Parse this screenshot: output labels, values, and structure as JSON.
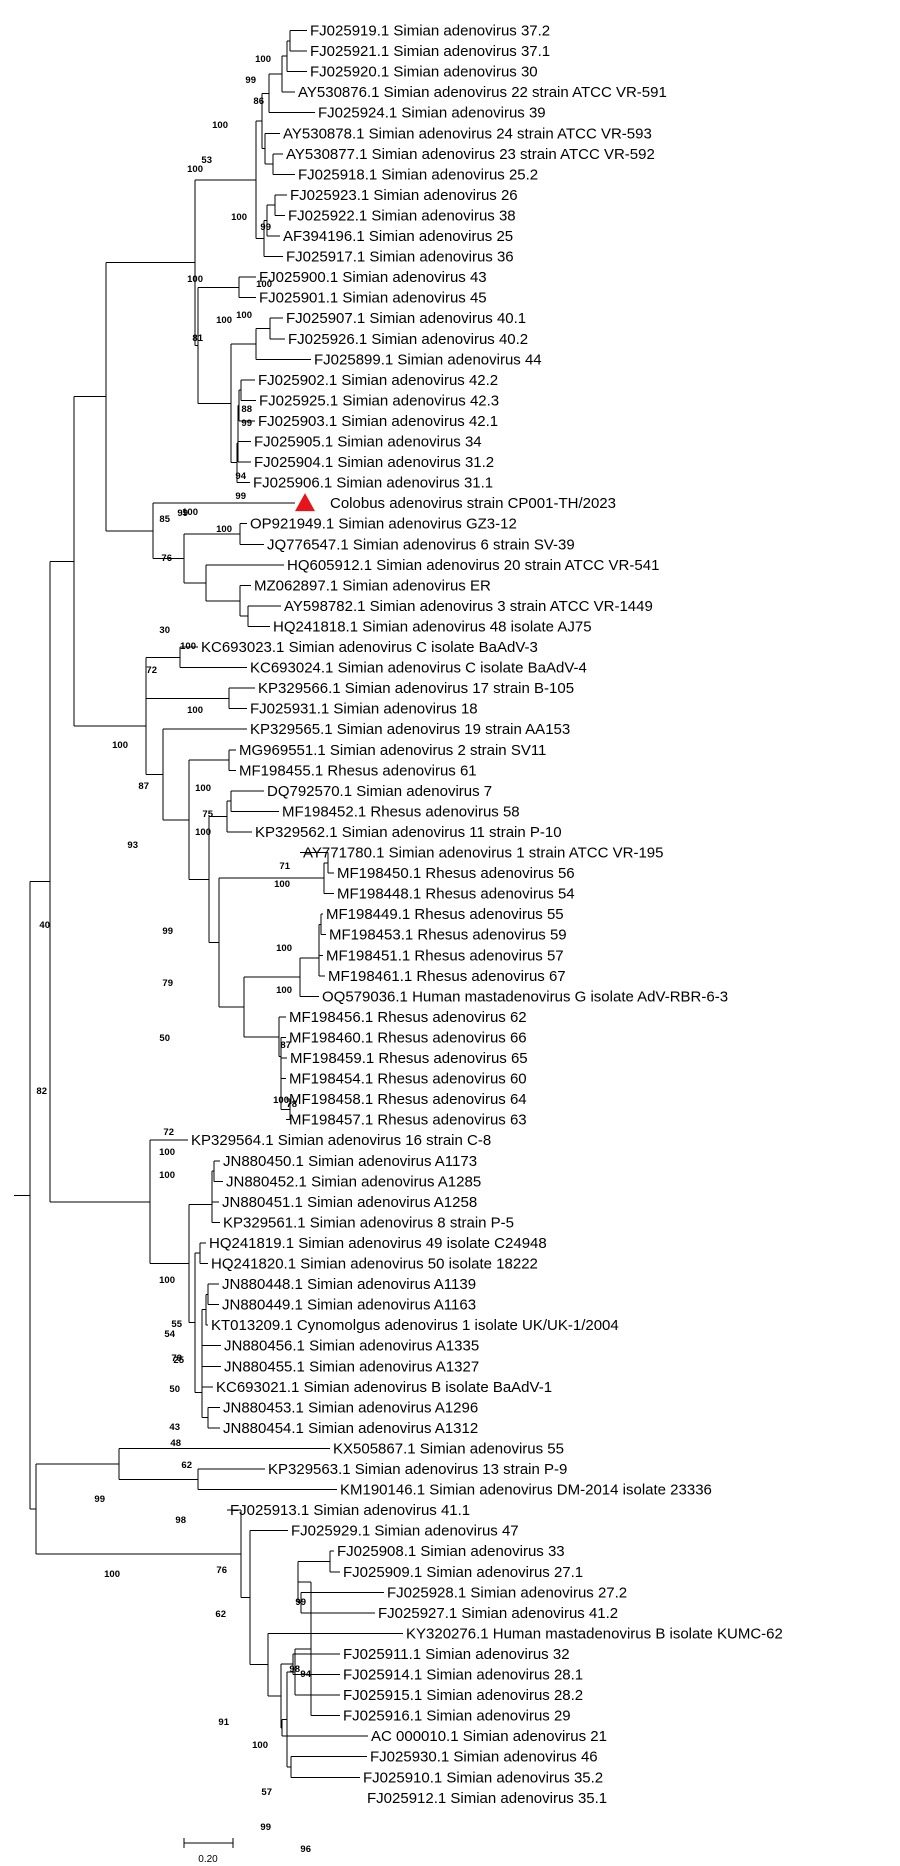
{
  "figure": {
    "highlight_color": "#e8141c",
    "scale_bar_label": "0.20"
  },
  "taxa": [
    "FJ025919.1 Simian adenovirus 37.2",
    "FJ025921.1 Simian adenovirus 37.1",
    "FJ025920.1 Simian adenovirus 30",
    "AY530876.1 Simian adenovirus 22 strain ATCC VR-591",
    "FJ025924.1 Simian adenovirus 39",
    "AY530878.1 Simian adenovirus 24 strain ATCC VR-593",
    "AY530877.1 Simian adenovirus 23 strain ATCC VR-592",
    "FJ025918.1 Simian adenovirus 25.2",
    "FJ025923.1 Simian adenovirus 26",
    "FJ025922.1 Simian adenovirus 38",
    "AF394196.1 Simian adenovirus 25",
    "FJ025917.1 Simian adenovirus 36",
    "FJ025900.1 Simian adenovirus 43",
    "FJ025901.1 Simian adenovirus 45",
    "FJ025907.1 Simian adenovirus 40.1",
    "FJ025926.1 Simian adenovirus 40.2",
    "FJ025899.1 Simian adenovirus 44",
    "FJ025902.1 Simian adenovirus 42.2",
    "FJ025925.1 Simian adenovirus 42.3",
    "FJ025903.1 Simian adenovirus 42.1",
    "FJ025905.1 Simian adenovirus 34",
    "FJ025904.1 Simian adenovirus 31.2",
    "FJ025906.1 Simian adenovirus 31.1",
    "Colobus adenovirus strain CP001-TH/2023",
    "OP921949.1 Simian adenovirus GZ3-12",
    "JQ776547.1 Simian adenovirus 6 strain SV-39",
    "HQ605912.1 Simian adenovirus 20 strain ATCC VR-541",
    "MZ062897.1 Simian adenovirus ER",
    "AY598782.1 Simian adenovirus 3 strain ATCC VR-1449",
    "HQ241818.1 Simian adenovirus 48 isolate AJ75",
    "KC693023.1 Simian adenovirus C isolate BaAdV-3",
    "KC693024.1 Simian adenovirus C isolate BaAdV-4",
    "KP329566.1 Simian adenovirus 17 strain B-105",
    "FJ025931.1 Simian adenovirus 18",
    "KP329565.1 Simian adenovirus 19 strain AA153",
    "MG969551.1 Simian adenovirus 2 strain SV11",
    "MF198455.1 Rhesus adenovirus 61",
    "DQ792570.1 Simian adenovirus 7",
    "MF198452.1 Rhesus adenovirus 58",
    "KP329562.1 Simian adenovirus 11 strain P-10",
    "AY771780.1 Simian adenovirus 1 strain ATCC VR-195",
    "MF198450.1 Rhesus adenovirus 56",
    "MF198448.1 Rhesus adenovirus 54",
    "MF198449.1 Rhesus adenovirus 55",
    "MF198453.1 Rhesus adenovirus 59",
    "MF198451.1 Rhesus adenovirus 57",
    "MF198461.1 Rhesus adenovirus 67",
    "OQ579036.1 Human mastadenovirus G isolate AdV-RBR-6-3",
    "MF198456.1 Rhesus adenovirus 62",
    "MF198460.1 Rhesus adenovirus 66",
    "MF198459.1 Rhesus adenovirus 65",
    "MF198454.1 Rhesus adenovirus 60",
    "MF198458.1 Rhesus adenovirus 64",
    "MF198457.1 Rhesus adenovirus 63",
    "KP329564.1 Simian adenovirus 16 strain C-8",
    "JN880450.1 Simian adenovirus A1173",
    "JN880452.1 Simian adenovirus A1285",
    "JN880451.1 Simian adenovirus A1258",
    "KP329561.1 Simian adenovirus 8 strain P-5",
    "HQ241819.1 Simian adenovirus 49 isolate C24948",
    "HQ241820.1 Simian adenovirus 50 isolate 18222",
    "JN880448.1 Simian adenovirus A1139",
    "JN880449.1 Simian adenovirus A1163",
    "KT013209.1 Cynomolgus adenovirus 1 isolate UK/UK-1/2004",
    "JN880456.1 Simian adenovirus A1335",
    "JN880455.1 Simian adenovirus A1327",
    "KC693021.1 Simian adenovirus B isolate BaAdV-1",
    "JN880453.1 Simian adenovirus A1296",
    "JN880454.1 Simian adenovirus A1312",
    "KX505867.1 Simian adenovirus 55",
    "KP329563.1 Simian adenovirus 13 strain P-9",
    "KM190146.1 Simian adenovirus DM-2014 isolate 23336",
    "FJ025913.1 Simian adenovirus 41.1",
    "FJ025929.1 Simian adenovirus 47",
    "FJ025908.1 Simian adenovirus 33",
    "FJ025909.1 Simian adenovirus 27.1",
    "FJ025928.1 Simian adenovirus 27.2",
    "FJ025927.1 Simian adenovirus 41.2",
    "KY320276.1 Human mastadenovirus B isolate KUMC-62",
    "FJ025911.1 Simian adenovirus 32",
    "FJ025914.1 Simian adenovirus 28.1",
    "FJ025915.1 Simian adenovirus 28.2",
    "FJ025916.1 Simian adenovirus 29",
    "AC 000010.1 Simian adenovirus 21",
    "FJ025930.1 Simian adenovirus 46",
    "FJ025910.1 Simian adenovirus 35.2",
    "FJ025912.1 Simian adenovirus 35.1"
  ],
  "bootstrap": [
    "100",
    "99",
    "86",
    "100",
    "53",
    "100",
    "100",
    "99",
    "100",
    "100",
    "100",
    "81",
    "100",
    "99",
    "88",
    "94",
    "99",
    "100",
    "99",
    "85",
    "100",
    "76",
    "30",
    "100",
    "72",
    "100",
    "100",
    "87",
    "100",
    "93",
    "75",
    "100",
    "71",
    "100",
    "99",
    "79",
    "100",
    "100",
    "50",
    "87",
    "100",
    "78",
    "82",
    "72",
    "100",
    "100",
    "100",
    "55",
    "54",
    "79",
    "25",
    "50",
    "43",
    "48",
    "62",
    "40",
    "99",
    "98",
    "100",
    "76",
    "62",
    "99",
    "94",
    "98",
    "91",
    "100",
    "57",
    "99",
    "96"
  ]
}
